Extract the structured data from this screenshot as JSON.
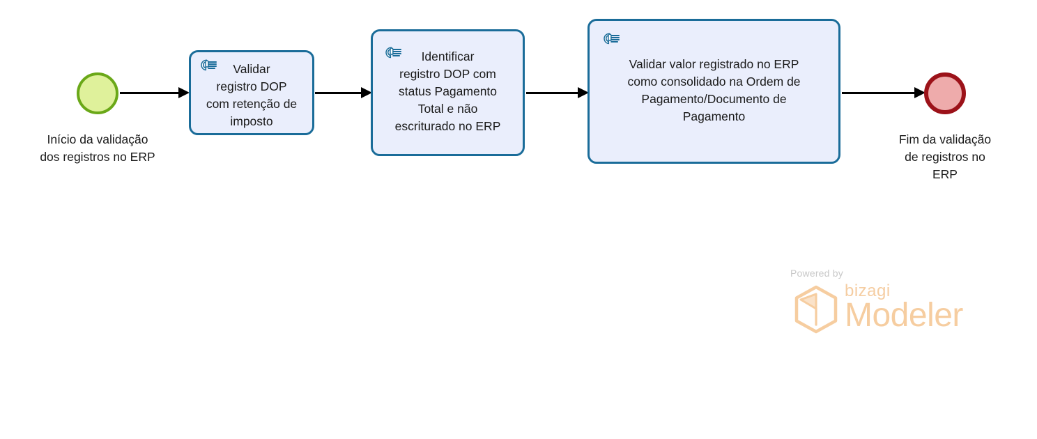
{
  "diagram": {
    "type": "bpmn-process",
    "background_color": "#ffffff",
    "nodes": [
      {
        "id": "start-event",
        "kind": "start-event",
        "label": "Início da validação\ndos registros no ERP",
        "fill_color": "#dff19b",
        "border_color": "#6aa818"
      },
      {
        "id": "task-1",
        "kind": "manual-task",
        "icon": "manual-task-hand-icon",
        "label": "Validar\nregistro DOP\ncom retenção de\nimposto",
        "fill_color": "#eaeefc",
        "border_color": "#1a6c99"
      },
      {
        "id": "task-2",
        "kind": "manual-task",
        "icon": "manual-task-hand-icon",
        "label": "        Identificar\nregistro DOP com\nstatus Pagamento\nTotal e não\nescriturado no ERP",
        "fill_color": "#eaeefc",
        "border_color": "#1a6c99"
      },
      {
        "id": "task-3",
        "kind": "manual-task",
        "icon": "manual-task-hand-icon",
        "label": "Validar valor registrado no ERP\ncomo consolidado na Ordem de\nPagamento/Documento de\nPagamento",
        "fill_color": "#eaeefc",
        "border_color": "#1a6c99"
      },
      {
        "id": "end-event",
        "kind": "end-event",
        "label": "Fim da validação\nde registros no\nERP",
        "fill_color": "#eeabab",
        "border_color": "#9c1219"
      }
    ],
    "flows": [
      {
        "id": "flow-1",
        "from": "start-event",
        "to": "task-1"
      },
      {
        "id": "flow-2",
        "from": "task-1",
        "to": "task-2"
      },
      {
        "id": "flow-3",
        "from": "task-2",
        "to": "task-3"
      },
      {
        "id": "flow-4",
        "from": "task-3",
        "to": "end-event"
      }
    ]
  },
  "watermark": {
    "powered_by": "Powered by",
    "brand": "bizagi",
    "product": "Modeler",
    "icon": "bizagi-hexagon-logo-icon",
    "text_color": "#f6cda0",
    "powered_by_color": "#c8c8c8"
  }
}
